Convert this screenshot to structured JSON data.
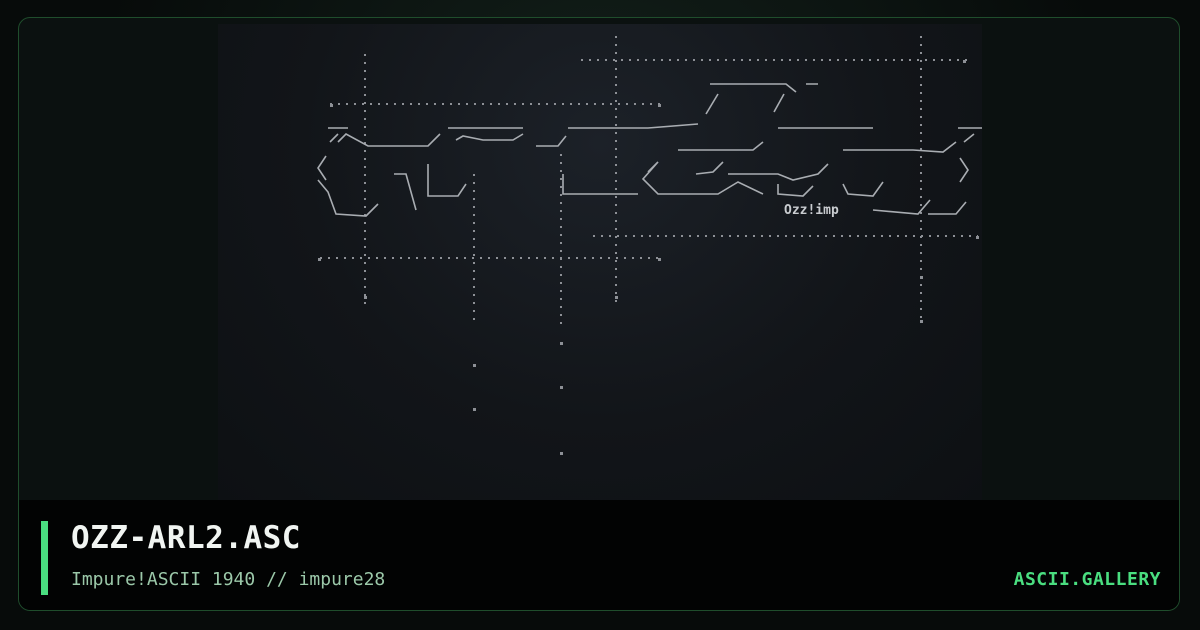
{
  "card": {
    "title": "OZZ-ARL2.ASC",
    "subtitle": "Impure!ASCII 1940 // impure28",
    "brand": "ASCII.GALLERY"
  },
  "artwork": {
    "signature": "Ozz!imp"
  },
  "colors": {
    "accent": "#4ade80",
    "border": "#1f4d2c",
    "footer_bg": "#020303",
    "art_bg": "#121519"
  }
}
